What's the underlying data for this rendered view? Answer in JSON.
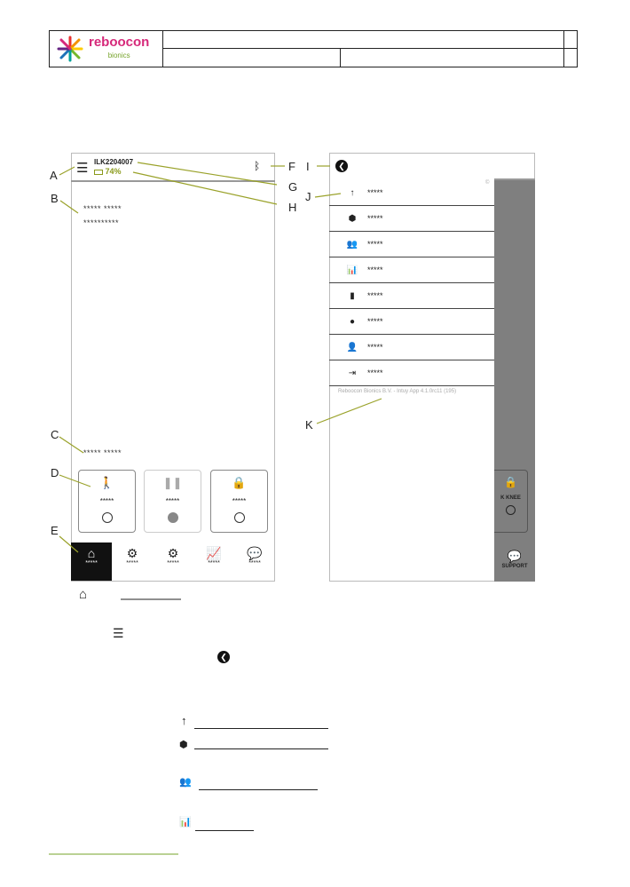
{
  "header": {
    "logo_name": "reboocon",
    "logo_sub": "bionics"
  },
  "callouts": [
    "A",
    "B",
    "C",
    "D",
    "E",
    "F",
    "G",
    "H",
    "I",
    "J",
    "K"
  ],
  "home_screen": {
    "device_id": "ILK2204007",
    "battery": "74%",
    "greeting_1": "***** *****",
    "greeting_2": "**********",
    "status_text": "***** *****",
    "modes": [
      {
        "icon": "walk-icon",
        "label": "*****"
      },
      {
        "icon": "pause-icon",
        "label": "*****"
      },
      {
        "icon": "lock-icon",
        "label": "*****"
      }
    ],
    "tabs": [
      {
        "icon": "home-icon",
        "label": "*****"
      },
      {
        "icon": "gear-icon",
        "label": "*****"
      },
      {
        "icon": "gears-icon",
        "label": "*****"
      },
      {
        "icon": "chart-icon",
        "label": "*****"
      },
      {
        "icon": "chat-icon",
        "label": "*****"
      }
    ]
  },
  "menu_screen": {
    "copyright": "©",
    "items": [
      {
        "icon": "arrow-up-icon",
        "label": "*****"
      },
      {
        "icon": "boxes-icon",
        "label": "*****"
      },
      {
        "icon": "users-icon",
        "label": "*****"
      },
      {
        "icon": "bar-chart-icon",
        "label": "*****"
      },
      {
        "icon": "phone-icon",
        "label": "*****"
      },
      {
        "icon": "circle-icon",
        "label": "*****"
      },
      {
        "icon": "user-settings-icon",
        "label": "*****"
      },
      {
        "icon": "logout-icon",
        "label": "*****"
      }
    ],
    "version": "Reboocon Bionics B.V. - Intuy App 4.1.0rc11 (195)",
    "behind_card_label": "K KNEE",
    "behind_tab_label": "SUPPORT"
  }
}
